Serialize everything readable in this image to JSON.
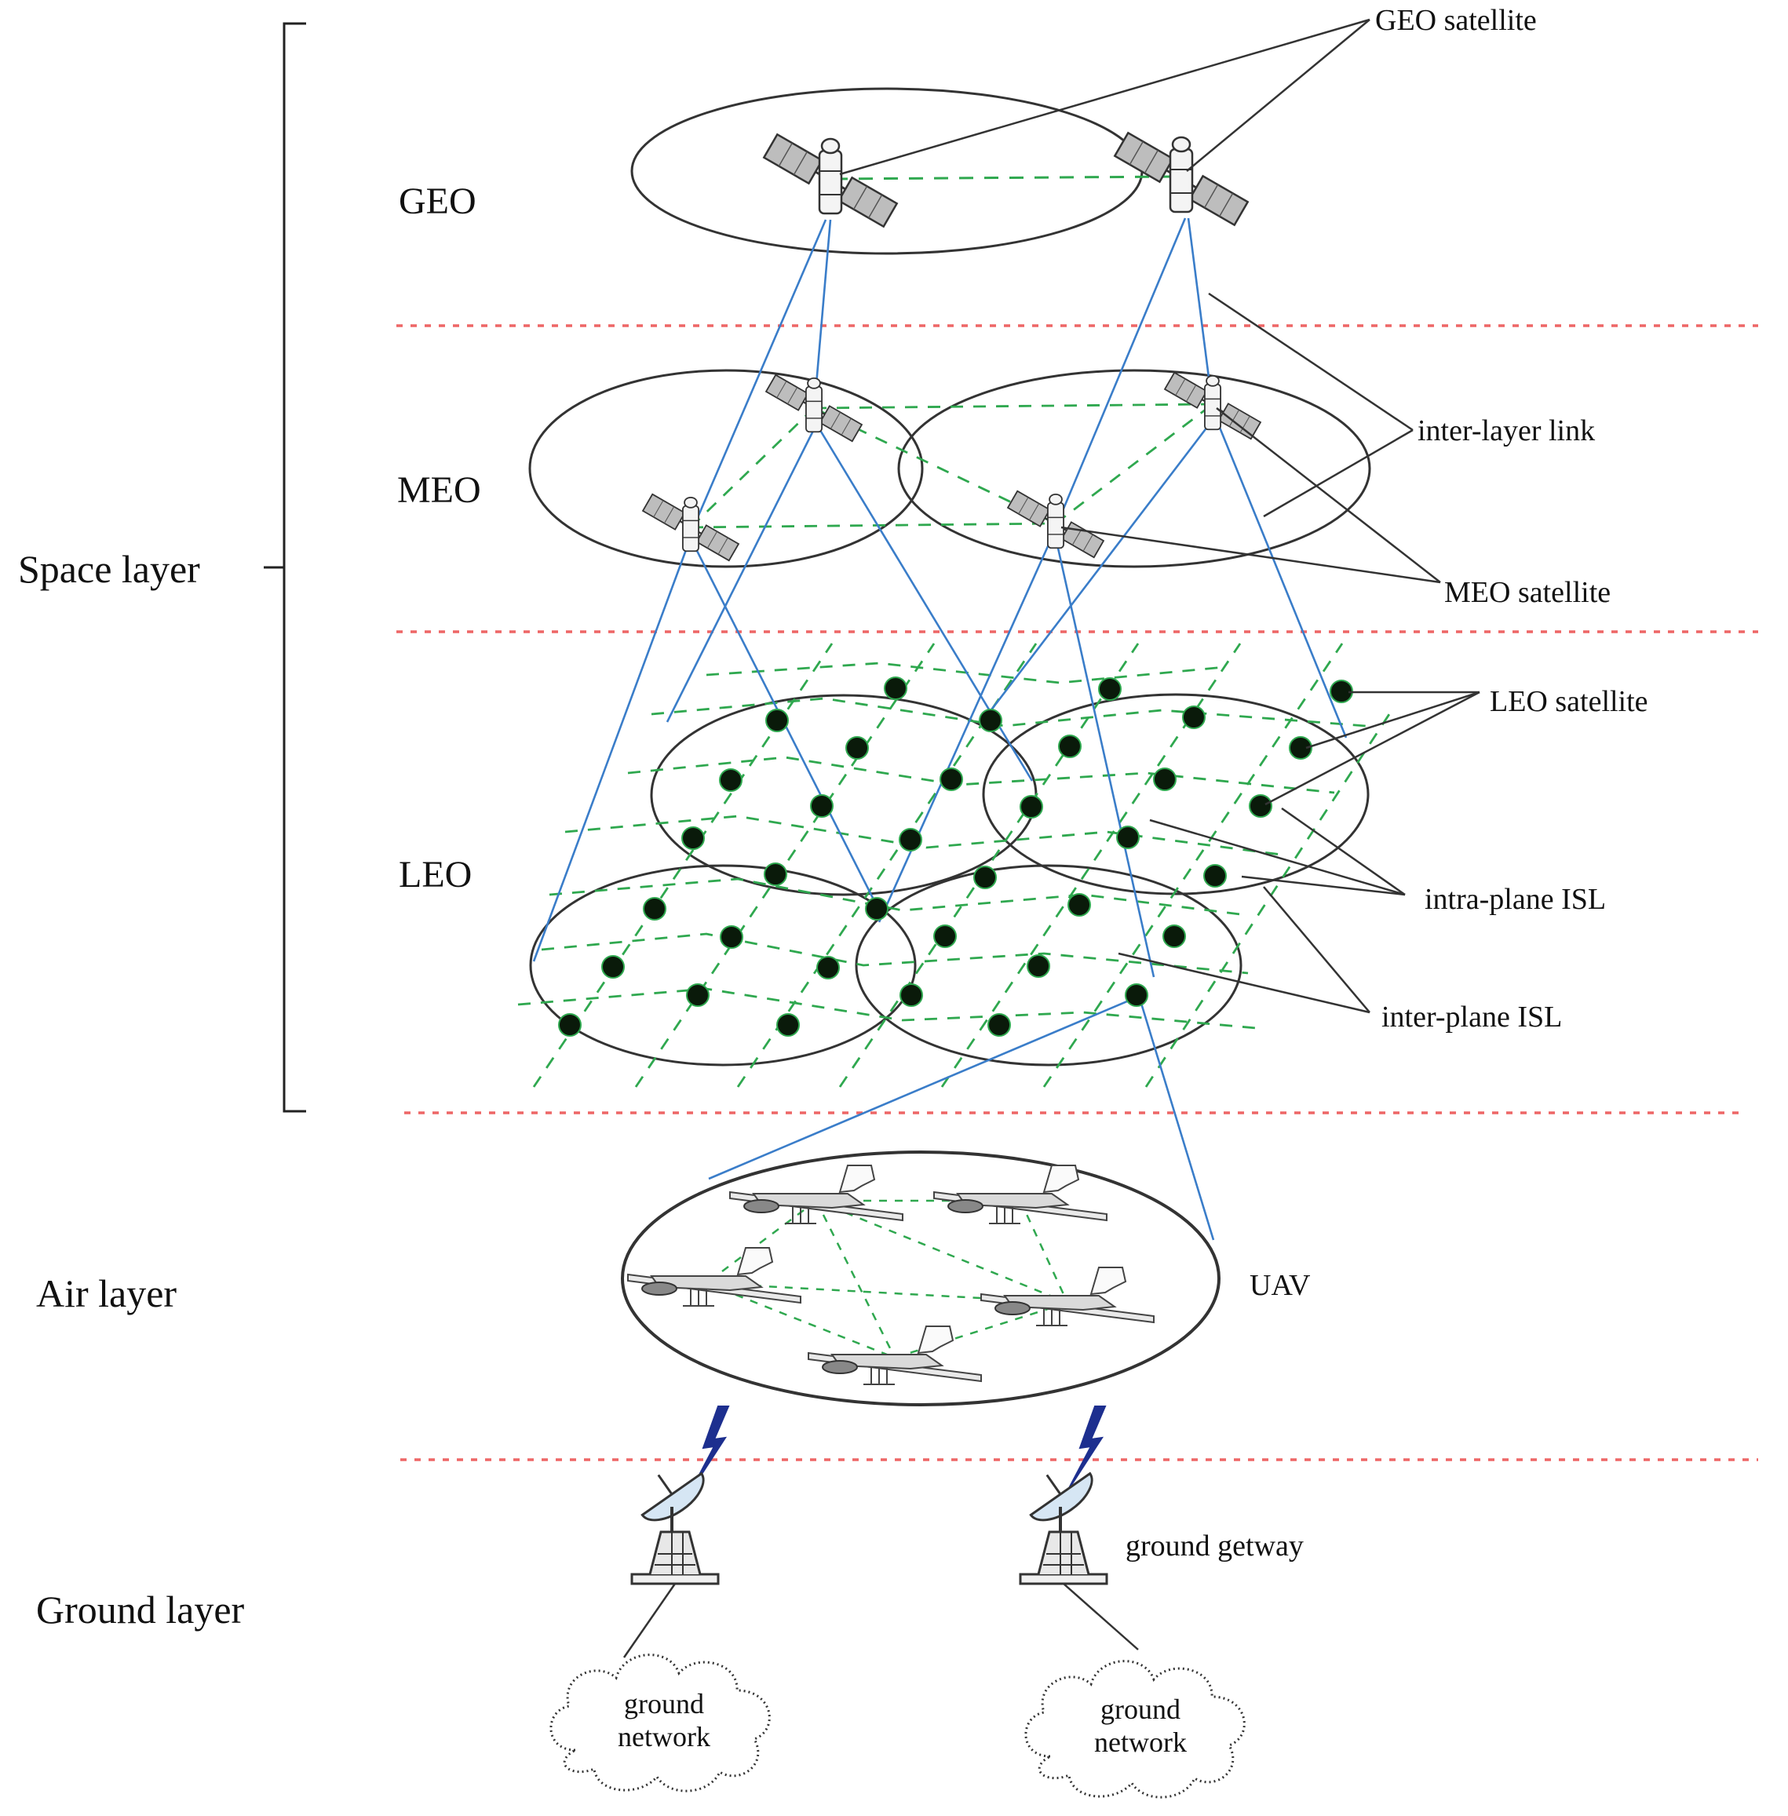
{
  "layers": {
    "space": "Space layer",
    "air": "Air layer",
    "ground": "Ground layer"
  },
  "orbits": {
    "geo": "GEO",
    "meo": "MEO",
    "leo": "LEO"
  },
  "callouts": {
    "geo_satellite": "GEO satellite",
    "inter_layer_link": "inter-layer link",
    "meo_satellite": "MEO satellite",
    "leo_satellite": "LEO satellite",
    "intra_plane_isl": "intra-plane ISL",
    "inter_plane_isl": "inter-plane ISL",
    "uav": "UAV",
    "ground_gateway": "ground getway"
  },
  "clouds": [
    {
      "line1": "ground",
      "line2": "network"
    },
    {
      "line1": "ground",
      "line2": "network"
    }
  ],
  "colors": {
    "outline": "#333333",
    "inter_layer_link": "#3a7dc9",
    "isl": "#2fa84f",
    "layer_divider": "#ee6666",
    "leo_node": "#0a1a0a",
    "lightning": "#1d2f8f"
  }
}
